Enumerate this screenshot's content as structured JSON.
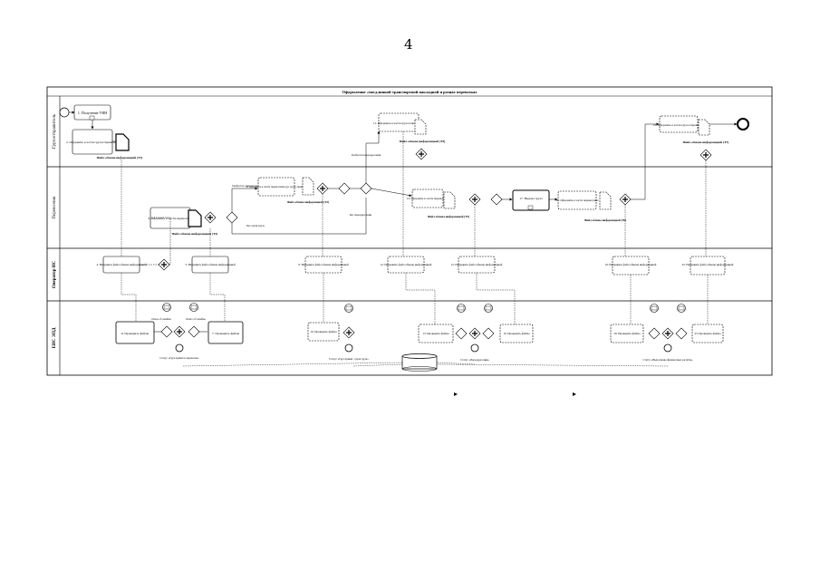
{
  "page": {
    "number": "4"
  },
  "diagram": {
    "title": "Оформление «мосдлинной транспортной накладной и рознах перевозках",
    "lanes": [
      "Грузоотправитель",
      "Перевозчик",
      "Оператор ИС",
      "ЕИС ЭПД"
    ],
    "tasks": {
      "t1": "1. Получение УИН",
      "t2": "2. Оформить в части грузоотправителя",
      "t3": "3. Оформить в части перевозчика",
      "t4": "4. Направить файл обмена информацией",
      "t5": "5. Направить файл обмена информацией",
      "t6": "6. Проверить файлы",
      "t7": "7. Проверить файлы",
      "t8": "8. Оформить в части перевозчика (до грузо-приёма)",
      "t9": "9. Направить файл обмена информацией",
      "t10": "10. Проверить файлы",
      "t11": "11. Оформить в части грузоотправителя",
      "t12": "12. Направить файл обмена информацией",
      "t13": "13. Проверить файлы",
      "t14": "14. Оформить в части перевозчика",
      "t15": "15. Направить файл обмена информацией",
      "t16": "16. Проверить файлы",
      "t17": "17. Выдача груза",
      "t18": "18. Оформить в части перевозчика",
      "t19": "19. Направить файл обмена информацией",
      "t20": "20. Проверить файлы",
      "t21": "21. Оформить в части грузоотправителя",
      "t22": "22. Направить файл обмена информацией",
      "t23": "23. Проверить файлы"
    },
    "docs": {
      "d1": "Файл обмена информацией (Т1)",
      "d2": "Файл обмена информацией (Т2)",
      "d3": "Файл обмена информацией (Т3)",
      "d4": "Файл обмена информацией (Т4)",
      "d5": "Файл обмена информацией (Т5)",
      "d6": "Файл обмена информацией (Т6)",
      "d7": "Файл обмена информацией (Т7)"
    },
    "labels": {
      "b1": "Требуется сдача груза",
      "b2": "Без сдачи груза",
      "b3": "Требуется переадресация",
      "b4": "Без переадресации",
      "err": "Отказ об ошибке",
      "ok": "Ответ об ошибке",
      "st1": "Статус «Груз принят к перевозке»",
      "st2": "Статус «Переадресация»",
      "st3": "Статус «Груз принят, сдача груза»",
      "st4": "Статус «Выполнены финансовые расчёты»"
    }
  }
}
